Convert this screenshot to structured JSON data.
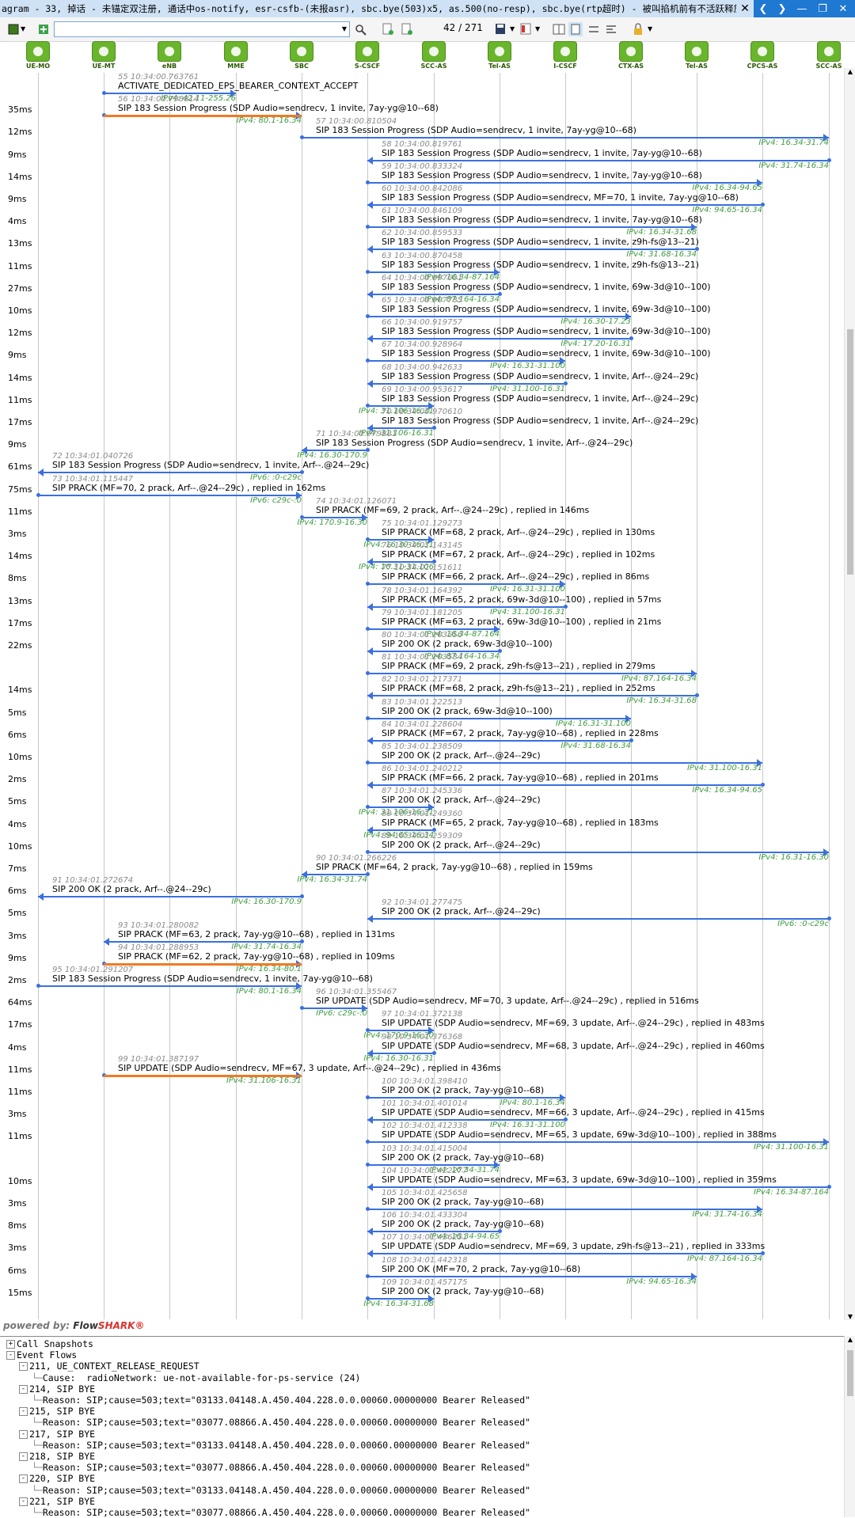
{
  "window": {
    "title": "agram - 33, 掉话 - 未锚定双注册, 通话中os-notify, esr-csfb-(未报asr), sbc.bye(503)x5, as.500(no-resp), sbc.bye(rtp超时) - 被叫掐机前有不活跃释放.fcap",
    "close_glyph": "✕",
    "nav_prev": "❮",
    "nav_next": "❯",
    "min": "—",
    "max": "❐",
    "close": "✕"
  },
  "toolbar": {
    "filter_value": "",
    "page_current": "42",
    "page_total": "271",
    "page_sep": "/"
  },
  "nodes": [
    "UE-MO",
    "UE-MT",
    "eNB",
    "MME",
    "SBC",
    "S-CSCF",
    "SCC-AS",
    "Tel-AS",
    "I-CSCF",
    "CTX-AS",
    "Tel-AS",
    "CPCS-AS",
    "SCC-AS"
  ],
  "messages": [
    {
      "ts": "55 10:34:00.763761",
      "text": "ACTIVATE_DEDICATED_EPS_BEARER_CONTEXT_ACCEPT",
      "delay": "",
      "ip": "IPv4: 42.11-255.26"
    },
    {
      "ts": "56 10:34:00.798814",
      "text": "SIP 183 Session Progress (SDP Audio=sendrecv, 1 invite, 7ay-yg@10--68)",
      "delay": "35ms",
      "ip": "IPv4: 80.1-16.34"
    },
    {
      "ts": "57 10:34:00.810504",
      "text": "SIP 183 Session Progress (SDP Audio=sendrecv, 1 invite, 7ay-yg@10--68)",
      "delay": "12ms",
      "ip": "IPv4: 16.34-31.74"
    },
    {
      "ts": "58 10:34:00.819761",
      "text": "SIP 183 Session Progress (SDP Audio=sendrecv, 1 invite, 7ay-yg@10--68)",
      "delay": "9ms",
      "ip": "IPv4: 31.74-16.34"
    },
    {
      "ts": "59 10:34:00.833324",
      "text": "SIP 183 Session Progress (SDP Audio=sendrecv, 1 invite, 7ay-yg@10--68)",
      "delay": "14ms",
      "ip": "IPv4: 16.34-94.65"
    },
    {
      "ts": "60 10:34:00.842086",
      "text": "SIP 183 Session Progress (SDP Audio=sendrecv, MF=70, 1 invite, 7ay-yg@10--68)",
      "delay": "9ms",
      "ip": "IPv4: 94.65-16.34"
    },
    {
      "ts": "61 10:34:00.846109",
      "text": "SIP 183 Session Progress (SDP Audio=sendrecv, 1 invite, 7ay-yg@10--68)",
      "delay": "4ms",
      "ip": "IPv4: 16.34-31.68"
    },
    {
      "ts": "62 10:34:00.859533",
      "text": "SIP 183 Session Progress (SDP Audio=sendrecv, 1 invite, z9h-fs@13--21)",
      "delay": "13ms",
      "ip": "IPv4: 31.68-16.34"
    },
    {
      "ts": "63 10:34:00.870458",
      "text": "SIP 183 Session Progress (SDP Audio=sendrecv, 1 invite, z9h-fs@13--21)",
      "delay": "11ms",
      "ip": "IPv4: 16.34-87.164"
    },
    {
      "ts": "64 10:34:00.897601",
      "text": "SIP 183 Session Progress (SDP Audio=sendrecv, 1 invite, 69w-3d@10--100)",
      "delay": "27ms",
      "ip": "IPv4: 87.164-16.34"
    },
    {
      "ts": "65 10:34:00.907785",
      "text": "SIP 183 Session Progress (SDP Audio=sendrecv, 1 invite, 69w-3d@10--100)",
      "delay": "10ms",
      "ip": "IPv4: 16.30-17.23"
    },
    {
      "ts": "66 10:34:00.919757",
      "text": "SIP 183 Session Progress (SDP Audio=sendrecv, 1 invite, 69w-3d@10--100)",
      "delay": "12ms",
      "ip": "IPv4: 17.20-16.31"
    },
    {
      "ts": "67 10:34:00.928964",
      "text": "SIP 183 Session Progress (SDP Audio=sendrecv, 1 invite, 69w-3d@10--100)",
      "delay": "9ms",
      "ip": "IPv4: 16.31-31.100"
    },
    {
      "ts": "68 10:34:00.942633",
      "text": "SIP 183 Session Progress (SDP Audio=sendrecv, 1 invite, Arf--.@24--29c)",
      "delay": "14ms",
      "ip": "IPv4: 31.100-16.31"
    },
    {
      "ts": "69 10:34:00.953617",
      "text": "SIP 183 Session Progress (SDP Audio=sendrecv, 1 invite, Arf--.@24--29c)",
      "delay": "11ms",
      "ip": "IPv4: 31.106-16.31"
    },
    {
      "ts": "70 10:34:00.970610",
      "text": "SIP 183 Session Progress (SDP Audio=sendrecv, 1 invite, Arf--.@24--29c)",
      "delay": "17ms",
      "ip": "IPv4: 31.106-16.31"
    },
    {
      "ts": "71 10:34:00.979881",
      "text": "SIP 183 Session Progress (SDP Audio=sendrecv, 1 invite, Arf--.@24--29c)",
      "delay": "9ms",
      "ip": "IPv4: 16.30-170.9"
    },
    {
      "ts": "72 10:34:01.040726",
      "text": "SIP 183 Session Progress (SDP Audio=sendrecv, 1 invite, Arf--.@24--29c)",
      "delay": "61ms",
      "ip": "IPv6: :0-c29c"
    },
    {
      "ts": "73 10:34:01.115447",
      "text": "SIP PRACK (MF=70, 2 prack, Arf--.@24--29c) , replied in 162ms",
      "delay": "75ms",
      "ip": "IPv6: c29c-:0"
    },
    {
      "ts": "74 10:34:01.126071",
      "text": "SIP PRACK (MF=69, 2 prack, Arf--.@24--29c) , replied in 146ms",
      "delay": "11ms",
      "ip": "IPv4: 170.9-16.30"
    },
    {
      "ts": "75 10:34:01.129273",
      "text": "SIP PRACK (MF=68, 2 prack, Arf--.@24--29c) , replied in 130ms",
      "delay": "3ms",
      "ip": "IPv4: 16.30-16.31"
    },
    {
      "ts": "76 10:34:01.143145",
      "text": "SIP PRACK (MF=67, 2 prack, Arf--.@24--29c) , replied in 102ms",
      "delay": "14ms",
      "ip": "IPv4: 16.31-31.106"
    },
    {
      "ts": "77 10:34:01.151611",
      "text": "SIP PRACK (MF=66, 2 prack, Arf--.@24--29c) , replied in 86ms",
      "delay": "8ms",
      "ip": "IPv4: 16.31-31.100"
    },
    {
      "ts": "78 10:34:01.164392",
      "text": "SIP PRACK (MF=65, 2 prack, 69w-3d@10--100) , replied in 57ms",
      "delay": "13ms",
      "ip": "IPv4: 31.100-16.31"
    },
    {
      "ts": "79 10:34:01.181205",
      "text": "SIP PRACK (MF=63, 2 prack, 69w-3d@10--100) , replied in 21ms",
      "delay": "17ms",
      "ip": "IPv4: 16.34-87.164"
    },
    {
      "ts": "80 10:34:01.203556",
      "text": "SIP 200 OK (2 prack, 69w-3d@10--100)",
      "delay": "22ms",
      "ip": "IPv4: 87.164-16.34"
    },
    {
      "ts": "81 10:34:01.203584",
      "text": "SIP PRACK (MF=69, 2 prack, z9h-fs@13--21) , replied in 279ms",
      "delay": "",
      "ip": "IPv4: 87.164-16.34"
    },
    {
      "ts": "82 10:34:01.217371",
      "text": "SIP PRACK (MF=68, 2 prack, z9h-fs@13--21) , replied in 252ms",
      "delay": "14ms",
      "ip": "IPv4: 16.34-31.68"
    },
    {
      "ts": "83 10:34:01.222513",
      "text": "SIP 200 OK (2 prack, 69w-3d@10--100)",
      "delay": "5ms",
      "ip": "IPv4: 16.31-31.100"
    },
    {
      "ts": "84 10:34:01.228604",
      "text": "SIP PRACK (MF=67, 2 prack, 7ay-yg@10--68) , replied in 228ms",
      "delay": "6ms",
      "ip": "IPv4: 31.68-16.34"
    },
    {
      "ts": "85 10:34:01.238509",
      "text": "SIP 200 OK (2 prack, Arf--.@24--29c)",
      "delay": "10ms",
      "ip": "IPv4: 31.100-16.31"
    },
    {
      "ts": "86 10:34:01.240212",
      "text": "SIP PRACK (MF=66, 2 prack, 7ay-yg@10--68) , replied in 201ms",
      "delay": "2ms",
      "ip": "IPv4: 16.34-94.65"
    },
    {
      "ts": "87 10:34:01.245336",
      "text": "SIP 200 OK (2 prack, Arf--.@24--29c)",
      "delay": "5ms",
      "ip": "IPv4: 31.106-16.31"
    },
    {
      "ts": "88 10:34:01.249360",
      "text": "SIP PRACK (MF=65, 2 prack, 7ay-yg@10--68) , replied in 183ms",
      "delay": "4ms",
      "ip": "IPv4: 94.65-16.34"
    },
    {
      "ts": "89 10:34:01.259309",
      "text": "SIP 200 OK (2 prack, Arf--.@24--29c)",
      "delay": "10ms",
      "ip": "IPv4: 16.31-16.30"
    },
    {
      "ts": "90 10:34:01.266226",
      "text": "SIP PRACK (MF=64, 2 prack, 7ay-yg@10--68) , replied in 159ms",
      "delay": "7ms",
      "ip": "IPv4: 16.34-31.74"
    },
    {
      "ts": "91 10:34:01.272674",
      "text": "SIP 200 OK (2 prack, Arf--.@24--29c)",
      "delay": "6ms",
      "ip": "IPv4: 16.30-170.9"
    },
    {
      "ts": "92 10:34:01.277475",
      "text": "SIP 200 OK (2 prack, Arf--.@24--29c)",
      "delay": "5ms",
      "ip": "IPv6: :0-c29c"
    },
    {
      "ts": "93 10:34:01.280082",
      "text": "SIP PRACK (MF=63, 2 prack, 7ay-yg@10--68) , replied in 131ms",
      "delay": "3ms",
      "ip": "IPv4: 31.74-16.34"
    },
    {
      "ts": "94 10:34:01.288953",
      "text": "SIP PRACK (MF=62, 2 prack, 7ay-yg@10--68) , replied in 109ms",
      "delay": "9ms",
      "ip": "IPv4: 16.34-80.1"
    },
    {
      "ts": "95 10:34:01.291207",
      "text": "SIP 183 Session Progress (SDP Audio=sendrecv, 1 invite, 7ay-yg@10--68)",
      "delay": "2ms",
      "ip": "IPv4: 80.1-16.34"
    },
    {
      "ts": "96 10:34:01.355467",
      "text": "SIP UPDATE (SDP Audio=sendrecv, MF=70, 3 update, Arf--.@24--29c) , replied in 516ms",
      "delay": "64ms",
      "ip": "IPv6: c29c-:0"
    },
    {
      "ts": "97 10:34:01.372138",
      "text": "SIP UPDATE (SDP Audio=sendrecv, MF=69, 3 update, Arf--.@24--29c) , replied in 483ms",
      "delay": "17ms",
      "ip": "IPv4: 170.9-16.30"
    },
    {
      "ts": "98 10:34:01.376368",
      "text": "SIP UPDATE (SDP Audio=sendrecv, MF=68, 3 update, Arf--.@24--29c) , replied in 460ms",
      "delay": "4ms",
      "ip": "IPv4: 16.30-16.31"
    },
    {
      "ts": "99 10:34:01.387197",
      "text": "SIP UPDATE (SDP Audio=sendrecv, MF=67, 3 update, Arf--.@24--29c) , replied in 436ms",
      "delay": "11ms",
      "ip": "IPv4: 31.106-16.31"
    },
    {
      "ts": "100 10:34:01.398410",
      "text": "SIP 200 OK (2 prack, 7ay-yg@10--68)",
      "delay": "11ms",
      "ip": "IPv4: 80.1-16.34"
    },
    {
      "ts": "101 10:34:01.401014",
      "text": "SIP UPDATE (SDP Audio=sendrecv, MF=66, 3 update, Arf--.@24--29c) , replied in 415ms",
      "delay": "3ms",
      "ip": "IPv4: 16.31-31.100"
    },
    {
      "ts": "102 10:34:01.412338",
      "text": "SIP UPDATE (SDP Audio=sendrecv, MF=65, 3 update, 69w-3d@10--100) , replied in 388ms",
      "delay": "11ms",
      "ip": "IPv4: 31.100-16.31"
    },
    {
      "ts": "103 10:34:01.415004",
      "text": "SIP 200 OK (2 prack, 7ay-yg@10--68)",
      "delay": "",
      "ip": "IPv4: 16.34-31.74"
    },
    {
      "ts": "104 10:34:01.422277",
      "text": "SIP UPDATE (SDP Audio=sendrecv, MF=63, 3 update, 69w-3d@10--100) , replied in 359ms",
      "delay": "10ms",
      "ip": "IPv4: 16.34-87.164"
    },
    {
      "ts": "105 10:34:01.425658",
      "text": "SIP 200 OK (2 prack, 7ay-yg@10--68)",
      "delay": "3ms",
      "ip": "IPv4: 31.74-16.34"
    },
    {
      "ts": "106 10:34:01.433304",
      "text": "SIP 200 OK (2 prack, 7ay-yg@10--68)",
      "delay": "8ms",
      "ip": "IPv4: 16.34-94.65"
    },
    {
      "ts": "107 10:34:01.436231",
      "text": "SIP UPDATE (SDP Audio=sendrecv, MF=69, 3 update, z9h-fs@13--21) , replied in 333ms",
      "delay": "3ms",
      "ip": "IPv4: 87.164-16.34"
    },
    {
      "ts": "108 10:34:01.442318",
      "text": "SIP 200 OK (MF=70, 2 prack, 7ay-yg@10--68)",
      "delay": "6ms",
      "ip": "IPv4: 94.65-16.34"
    },
    {
      "ts": "109 10:34:01.457175",
      "text": "SIP 200 OK (2 prack, 7ay-yg@10--68)",
      "delay": "15ms",
      "ip": "IPv4: 16.34-31.68"
    }
  ],
  "powered": {
    "by": "powered by:",
    "brand1": "Flow",
    "brand2": "SHARK",
    "reg": "®"
  },
  "tree": [
    {
      "text": "Call Snapshots",
      "icon": "+"
    },
    {
      "text": "Event Flows",
      "icon": "-"
    },
    {
      "text": "211, UE_CONTEXT_RELEASE_REQUEST",
      "icon": "-"
    },
    {
      "text": "Cause:  radioNetwork: ue-not-available-for-ps-service (24)",
      "icon": ""
    },
    {
      "text": "214, SIP BYE",
      "icon": "-"
    },
    {
      "text": "Reason: SIP;cause=503;text=\"03133.04148.A.450.404.228.0.0.00060.00000000 Bearer Released\"",
      "icon": ""
    },
    {
      "text": "215, SIP BYE",
      "icon": "-"
    },
    {
      "text": "Reason: SIP;cause=503;text=\"03077.08866.A.450.404.228.0.0.00060.00000000 Bearer Released\"",
      "icon": ""
    },
    {
      "text": "217, SIP BYE",
      "icon": "-"
    },
    {
      "text": "Reason: SIP;cause=503;text=\"03133.04148.A.450.404.228.0.0.00060.00000000 Bearer Released\"",
      "icon": ""
    },
    {
      "text": "218, SIP BYE",
      "icon": "-"
    },
    {
      "text": "Reason: SIP;cause=503;text=\"03077.08866.A.450.404.228.0.0.00060.00000000 Bearer Released\"",
      "icon": ""
    },
    {
      "text": "220, SIP BYE",
      "icon": "-"
    },
    {
      "text": "Reason: SIP;cause=503;text=\"03133.04148.A.450.404.228.0.0.00060.00000000 Bearer Released\"",
      "icon": ""
    },
    {
      "text": "221, SIP BYE",
      "icon": "-"
    },
    {
      "text": "Reason: SIP;cause=503;text=\"03077.08866.A.450.404.228.0.0.00060.00000000 Bearer Released\"",
      "icon": ""
    }
  ]
}
